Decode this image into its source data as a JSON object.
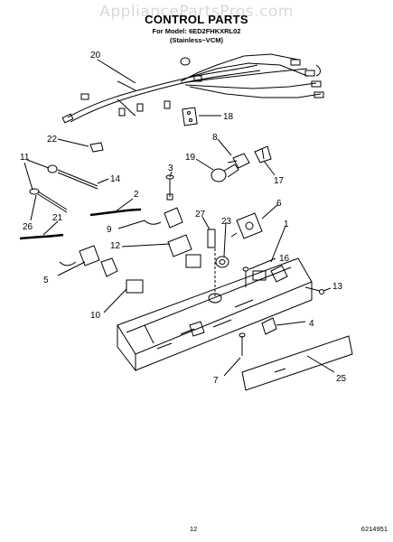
{
  "watermark": "AppliancePartsPros.com",
  "title": "CONTROL PARTS",
  "model_line": "For Model: 6ED2FHKXRL02",
  "variant_line": "(Stainless~VCM)",
  "page_number": "12",
  "doc_number": "6214951",
  "callouts": [
    "20",
    "18",
    "22",
    "8",
    "19",
    "17",
    "11",
    "3",
    "14",
    "2",
    "26",
    "21",
    "9",
    "27",
    "6",
    "23",
    "1",
    "12",
    "16",
    "5",
    "13",
    "10",
    "4",
    "7",
    "25"
  ]
}
